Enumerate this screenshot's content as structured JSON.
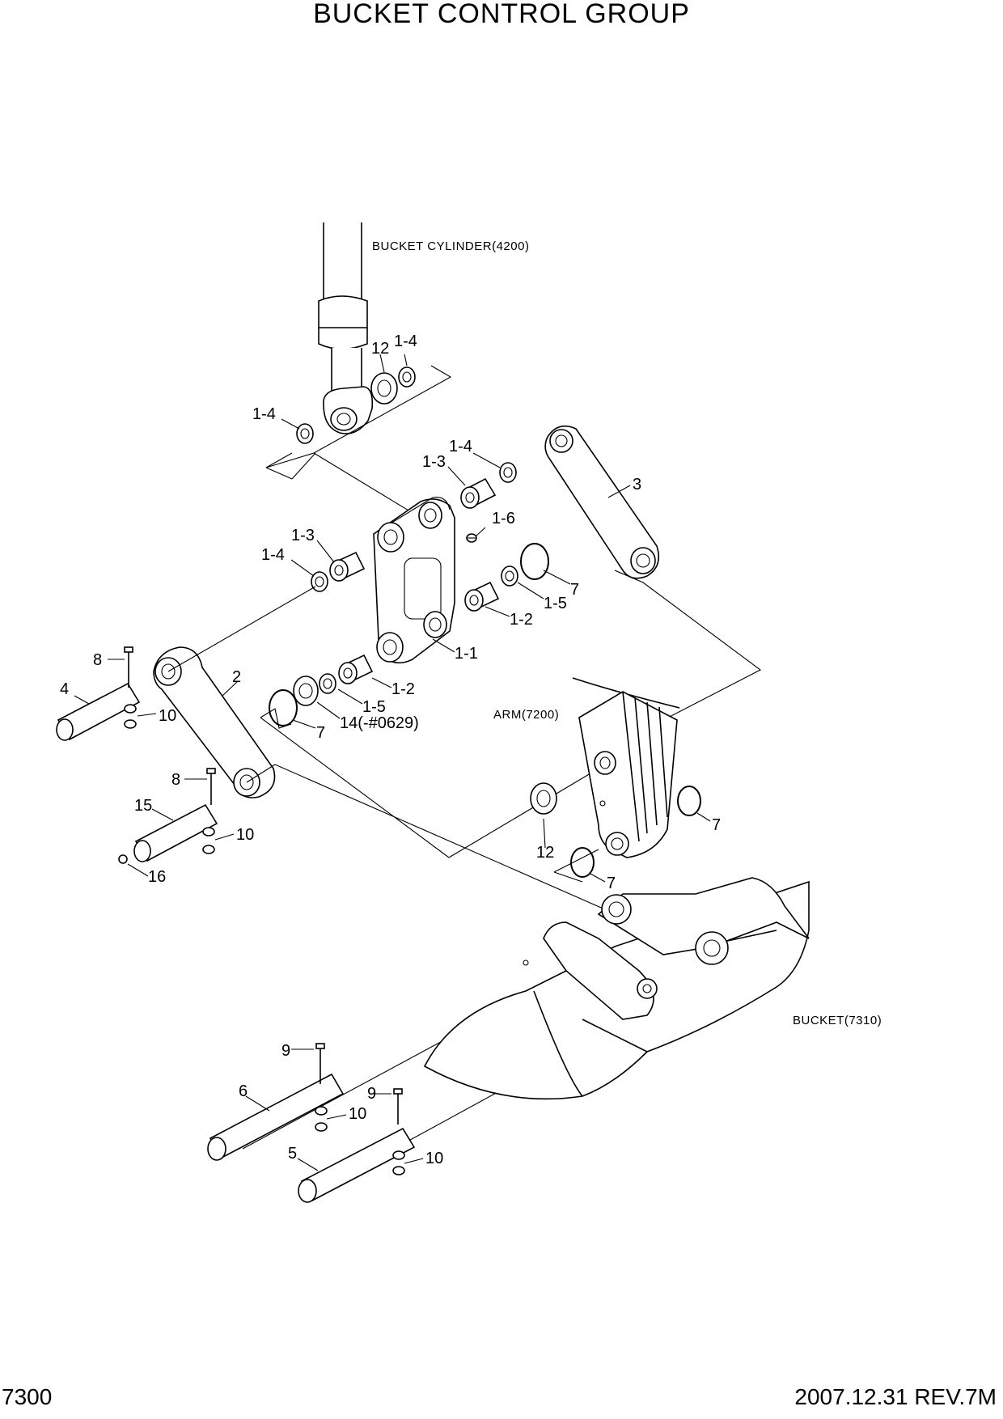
{
  "title": "BUCKET CONTROL GROUP",
  "footer": {
    "page": "7300",
    "revision": "2007.12.31  REV.7M"
  },
  "references": {
    "cylinder": "BUCKET CYLINDER(4200)",
    "arm": "ARM(7200)",
    "bucket": "BUCKET(7310)"
  },
  "callouts": {
    "c_12_top": "12",
    "c_1_4_top": "1-4",
    "c_1_4_left": "1-4",
    "c_1_4_mid": "1-4",
    "c_1_3_mid": "1-3",
    "c_1_6": "1-6",
    "c_3": "3",
    "c_1_3_left": "1-3",
    "c_1_4_left2": "1-4",
    "c_7_right": "7",
    "c_1_5_right": "1-5",
    "c_1_2_right": "1-2",
    "c_1_1": "1-1",
    "c_8_top": "8",
    "c_4": "4",
    "c_2": "2",
    "c_1_2_lower": "1-2",
    "c_1_5_lower": "1-5",
    "c_14": "14(-#0629)",
    "c_7_left": "7",
    "c_10_top": "10",
    "c_8_mid": "8",
    "c_15": "15",
    "c_10_mid": "10",
    "c_16": "16",
    "c_12_arm": "12",
    "c_7_arm_right": "7",
    "c_7_arm_bottom": "7",
    "c_9_left": "9",
    "c_6": "6",
    "c_10_bl": "10",
    "c_9_right": "9",
    "c_5": "5",
    "c_10_br": "10"
  }
}
